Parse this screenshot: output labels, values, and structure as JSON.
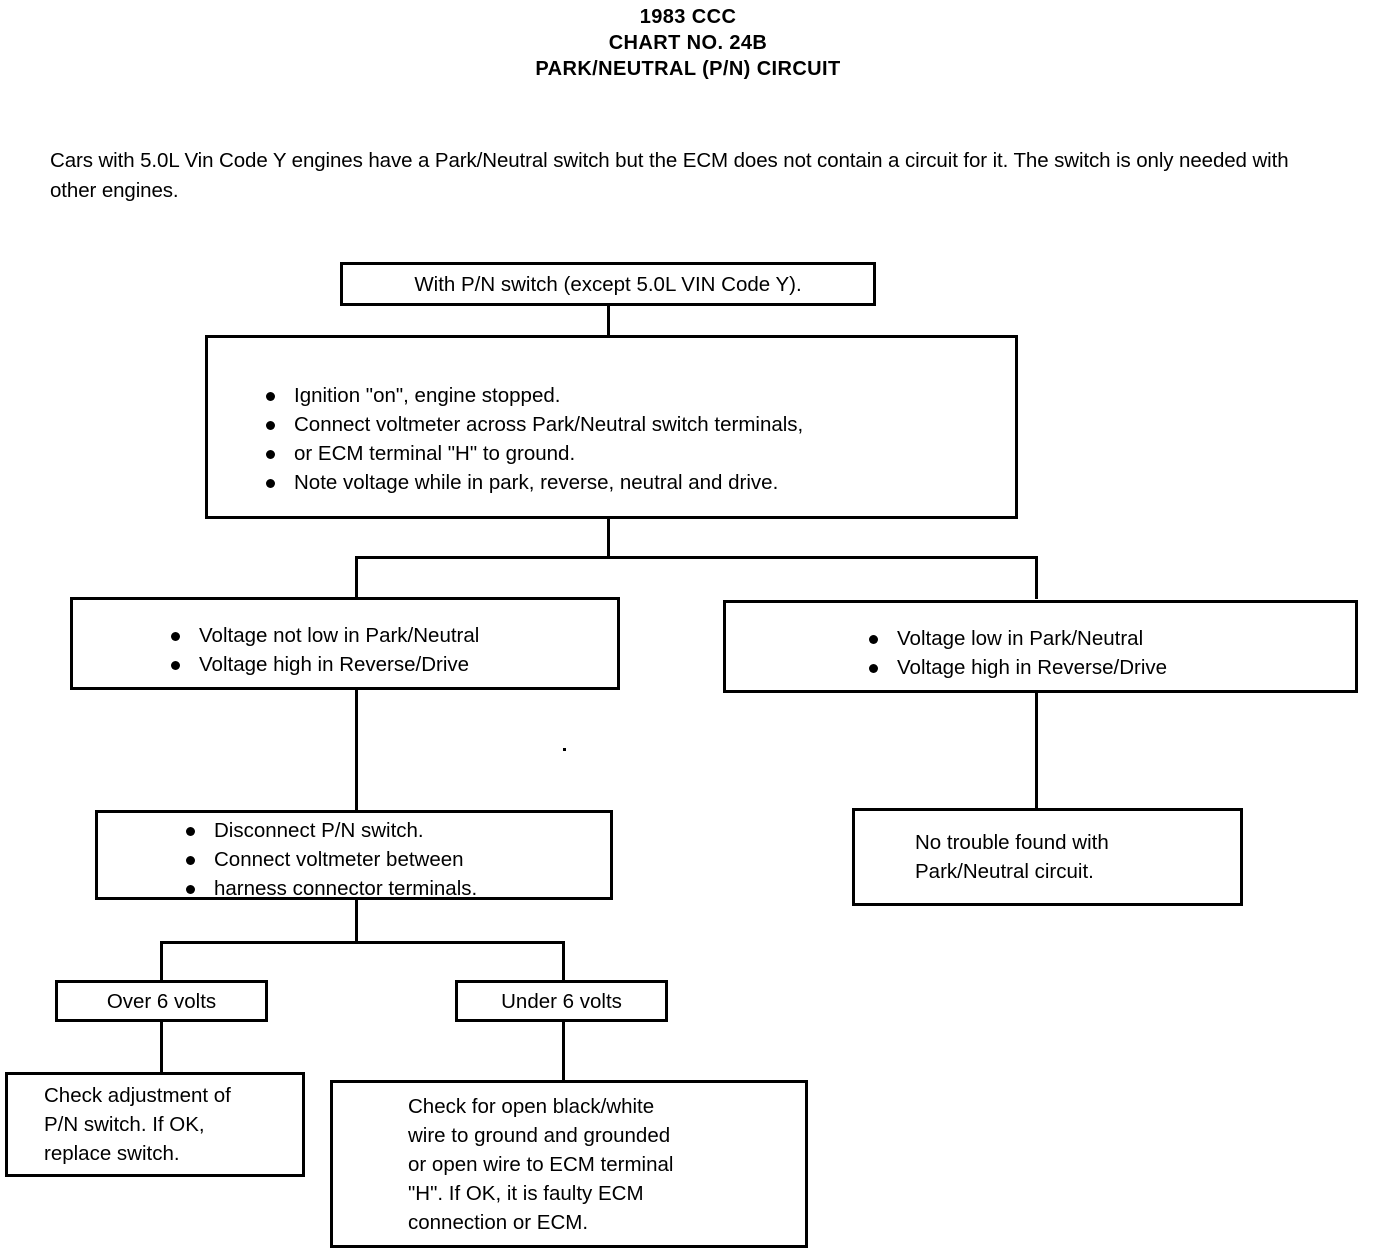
{
  "document": {
    "title_lines": [
      "1983 CCC",
      "CHART NO. 24B",
      "PARK/NEUTRAL (P/N) CIRCUIT"
    ],
    "intro": "Cars with 5.0L Vin Code Y engines have a Park/Neutral switch but the ECM does not contain a circuit for it. The switch is only needed with other engines."
  },
  "flowchart": {
    "type": "diagnostic-flowchart",
    "nodes": {
      "start": {
        "label": "With P/N switch (except 5.0L VIN Code Y)."
      },
      "test_step": {
        "bullets": [
          "Ignition \"on\", engine stopped.",
          "Connect voltmeter across Park/Neutral switch terminals,",
          "Note voltage while in park, reverse, neutral and drive."
        ],
        "bullet2_continuation": "or ECM terminal \"H\" to ground."
      },
      "branch_left": {
        "bullets": [
          "Voltage not low in Park/Neutral",
          "Voltage high in Reverse/Drive"
        ]
      },
      "branch_right": {
        "bullets": [
          "Voltage low in Park/Neutral",
          "Voltage high in Reverse/Drive"
        ]
      },
      "disconnect_step": {
        "bullets": [
          "Disconnect P/N switch.",
          "Connect voltmeter between"
        ],
        "bullet2_continuation": "harness connector terminals."
      },
      "no_trouble": {
        "lines": [
          "No trouble found with",
          "Park/Neutral circuit."
        ]
      },
      "over_6_volts": {
        "label": "Over 6 volts"
      },
      "under_6_volts": {
        "label": "Under 6 volts"
      },
      "check_adjustment": {
        "lines": [
          "Check adjustment of",
          "P/N switch. If OK,",
          "replace switch."
        ]
      },
      "check_open_wire": {
        "lines": [
          "Check for open black/white",
          "wire to ground and grounded",
          "or open wire to ECM terminal",
          "\"H\". If OK, it is faulty ECM",
          "connection or ECM."
        ]
      }
    }
  },
  "colors": {
    "ink": "#000000",
    "paper": "#ffffff"
  }
}
